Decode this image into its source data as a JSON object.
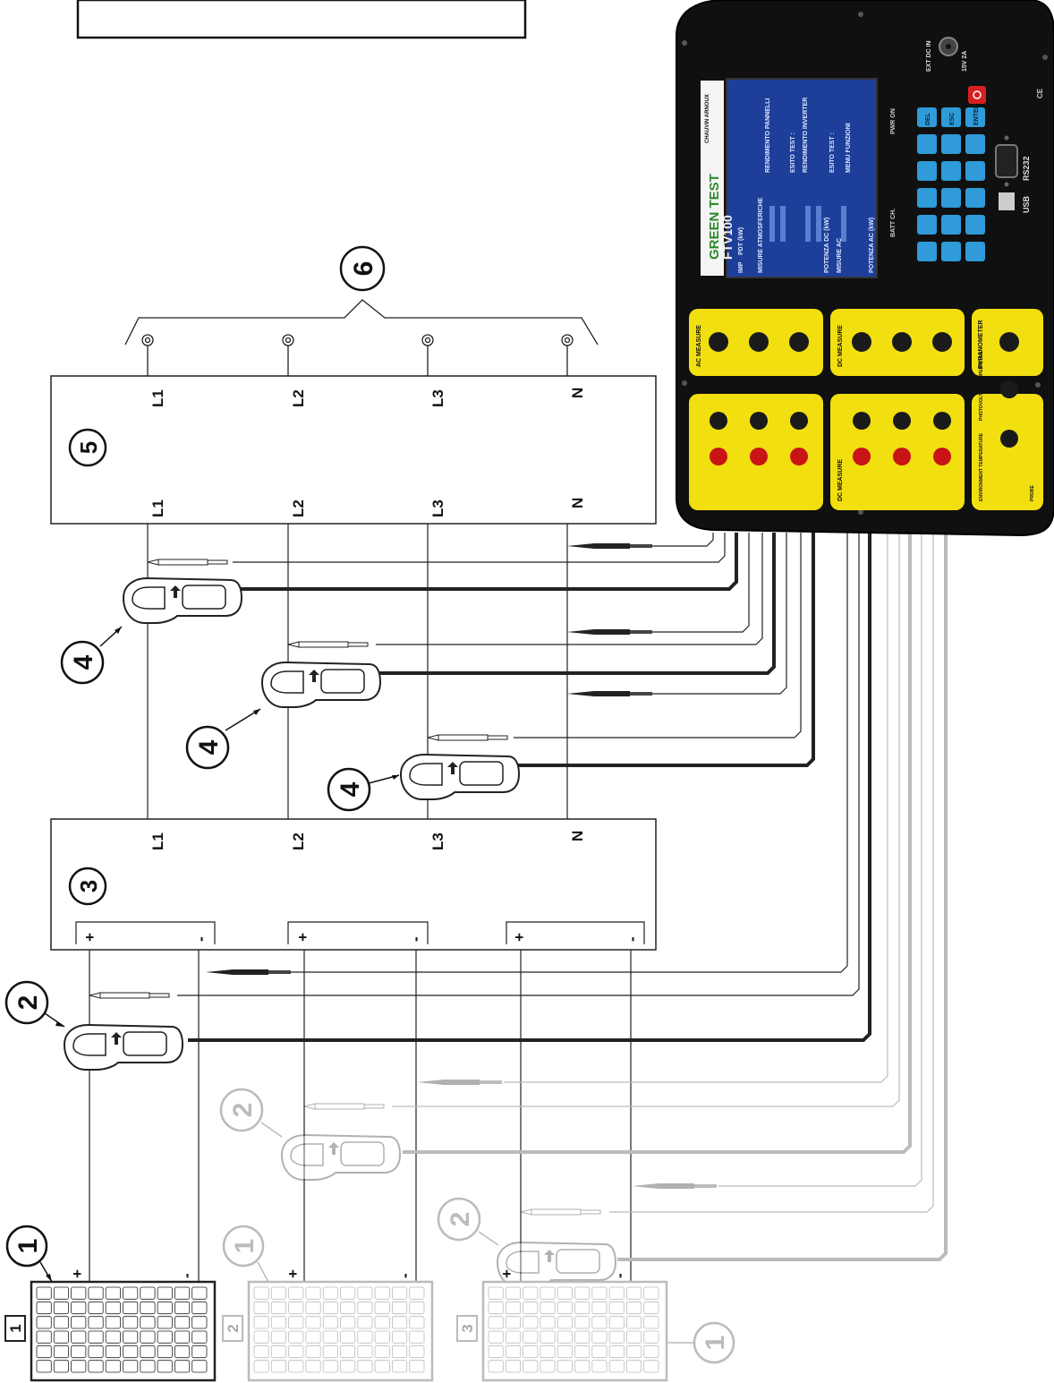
{
  "terminals": {
    "l1": "L1",
    "l2": "L2",
    "l3": "L3",
    "n": "N",
    "plus": "+",
    "minus": "-"
  },
  "callouts": {
    "panel": "1",
    "dc_clamp": "2",
    "inverter": "3",
    "ac_clamp": "4",
    "ac_box": "5",
    "grid": "6"
  },
  "panel_tags": [
    "1",
    "2",
    "3"
  ],
  "device": {
    "brand": "CHAUVIN ARNOUX",
    "model_title": "GREEN TEST",
    "model_code": "FTV100",
    "batt_label": "BATT CH.",
    "pwr_label": "PWR ON",
    "ext_dc_label": "EXT DC IN",
    "ext_dc_rating": "15V 2A",
    "usb_label": "USB",
    "rs232_label": "RS232",
    "screen_left_lines": [
      "IMP",
      "PDT (kW)",
      "MISURE ATMOSFERICHE",
      "POTENZA DC (kW)",
      "MISURE AC",
      "POTENZA AC (kW)"
    ],
    "screen_right_lines": [
      "RENDIMENTO PANNELLI",
      "ESITO TEST :",
      "RENDIMENTO INVERTER",
      "ESITO TEST :",
      "MENU FUNZIONI"
    ],
    "keys": [
      "DEL",
      "ESC",
      "ENTER"
    ],
    "plates": {
      "ac_measure": "AC MEASURE",
      "dc_measure_probes": "DC MEASURE",
      "dc_measure_inputs": "DC MEASURE",
      "pyranometer": "PYRANOMETER",
      "env_temp": "ENVIRONMENT TEMPERATURE",
      "pv_temp": "PHOTOVOLTAIC TEMPERATURE",
      "probe": "PROBE"
    }
  },
  "colors": {
    "line": "#222222",
    "faded": "#bbbbbb",
    "device_body": "#101010",
    "plate_yellow": "#f2df10",
    "screen_blue": "#1d3f9a",
    "key_blue": "#2f9bd8",
    "jack_red": "#c81414"
  }
}
